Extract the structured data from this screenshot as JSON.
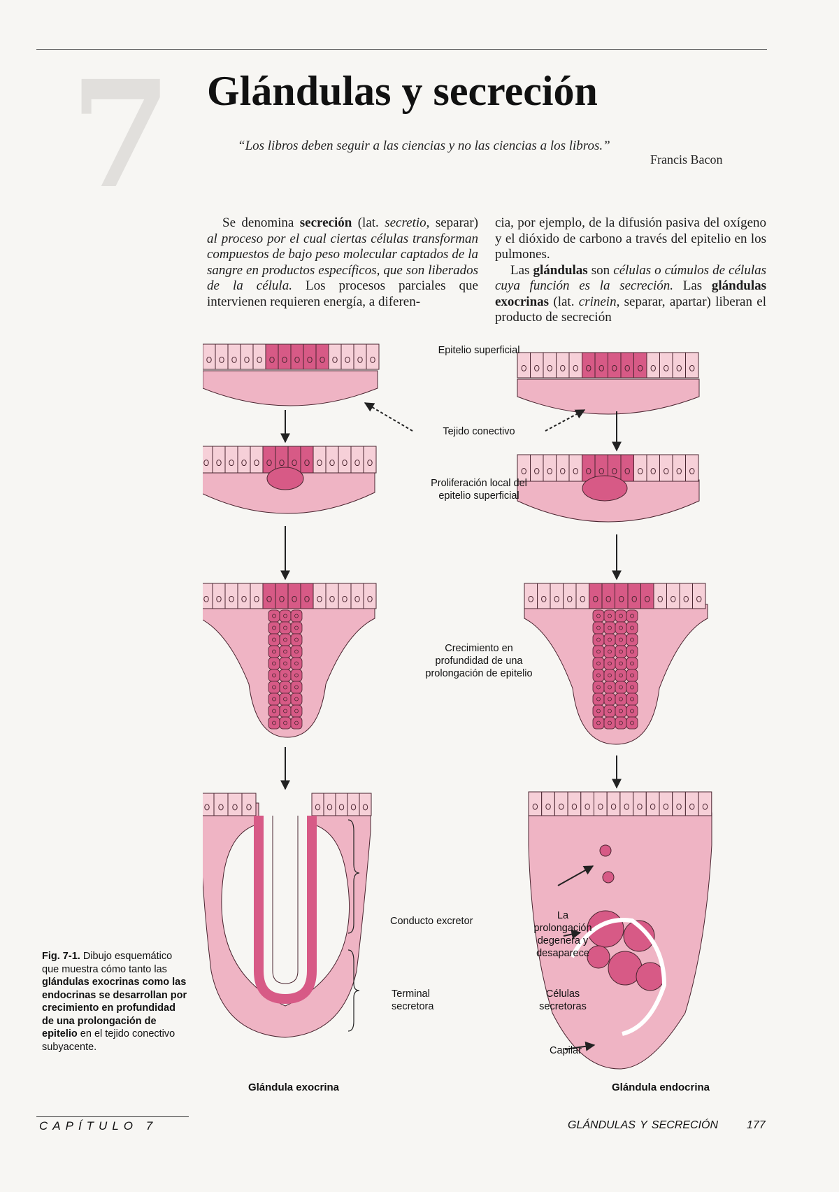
{
  "header": {
    "chapter_number": "7",
    "title": "Glándulas y secreción"
  },
  "epigraph": {
    "quote": "“Los libros deben seguir a las ciencias y no las ciencias a los libros.”",
    "author": "Francis Bacon"
  },
  "body": {
    "left": [
      {
        "t": "Se denomina ",
        "s": "n"
      },
      {
        "t": "secreción",
        "s": "b"
      },
      {
        "t": " (lat. ",
        "s": "n"
      },
      {
        "t": "secretio",
        "s": "i"
      },
      {
        "t": ", separar) ",
        "s": "n"
      },
      {
        "t": "al proceso por el cual ciertas células transforman compuestos de bajo peso molecular captados de la sangre en productos específicos, que son liberados de la célula.",
        "s": "i"
      },
      {
        "t": " Los procesos parciales que intervienen requieren energía, a diferen-",
        "s": "n"
      }
    ],
    "right_p1": [
      {
        "t": "cia, por ejemplo, de la difusión pasiva del oxígeno y el dióxido de carbono a través del epitelio en los pulmones.",
        "s": "n"
      }
    ],
    "right_p2": [
      {
        "t": "Las ",
        "s": "n"
      },
      {
        "t": "glándulas",
        "s": "b"
      },
      {
        "t": " son ",
        "s": "n"
      },
      {
        "t": "células o cúmulos de células cuya función es la secreción.",
        "s": "i"
      },
      {
        "t": " Las ",
        "s": "n"
      },
      {
        "t": "glándulas exocrinas",
        "s": "b"
      },
      {
        "t": " (lat. ",
        "s": "n"
      },
      {
        "t": "crinein",
        "s": "i"
      },
      {
        "t": ", separar, apartar) liberan el producto de secreción",
        "s": "n"
      }
    ]
  },
  "figure": {
    "labels": {
      "epitelio": "Epitelio superficial",
      "tejido": "Tejido conectivo",
      "proliferacion_1": "Proliferación local del",
      "proliferacion_2": "epitelio superficial",
      "crecimiento_1": "Crecimiento en",
      "crecimiento_2": "profundidad de una",
      "crecimiento_3": "prolongación de epitelio",
      "conducto": "Conducto excretor",
      "terminal_1": "Terminal",
      "terminal_2": "secretora",
      "prolongacion_1": "La",
      "prolongacion_2": "prolongación",
      "prolongacion_3": "degenera y",
      "prolongacion_4": "desaparece",
      "celulas_1": "Células",
      "celulas_2": "secretoras",
      "capilar": "Capilar",
      "exocrina": "Glándula exocrina",
      "endocrina": "Glándula endocrina"
    },
    "colors": {
      "tissue": "#efb4c4",
      "epithelium": "#f6d0d8",
      "secretory": "#d75a86",
      "outline": "#4a2530"
    }
  },
  "caption": [
    {
      "t": "Fig. 7-1.",
      "s": "b"
    },
    {
      "t": " Dibujo esquemático que muestra cómo tanto las ",
      "s": "n"
    },
    {
      "t": "glándulas exocrinas como las endocrinas se desarrollan por crecimiento en profundidad de una prolongación de epitelio",
      "s": "b"
    },
    {
      "t": " en el tejido conectivo subyacente.",
      "s": "n"
    }
  ],
  "footer": {
    "chapter": "CAPÍTULO 7",
    "section": "GLÁNDULAS Y SECRECIÓN",
    "page": "177"
  }
}
